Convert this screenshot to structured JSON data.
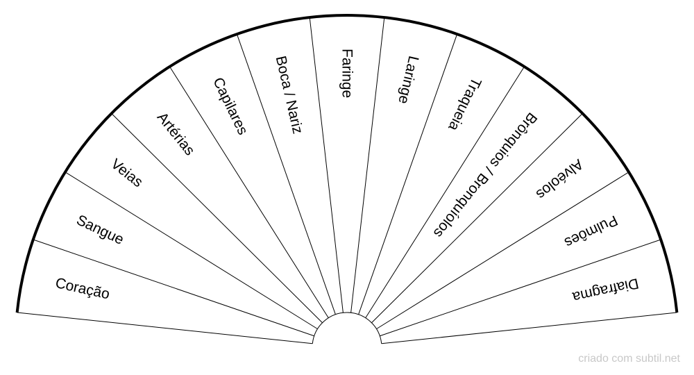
{
  "segments": [
    "Coração",
    "Sangue",
    "Veias",
    "Artérias",
    "Capilares",
    "Boca / Nariz",
    "Faringe",
    "Laringe",
    "Traqueia",
    "Brônquios / Bronquíolos",
    "Alvéolos",
    "Pulmôes",
    "Diafragma"
  ],
  "credit": "criado com subtil.net",
  "colors": {
    "line": "#000000",
    "credit": "#c8c8c8",
    "background": "#ffffff"
  }
}
